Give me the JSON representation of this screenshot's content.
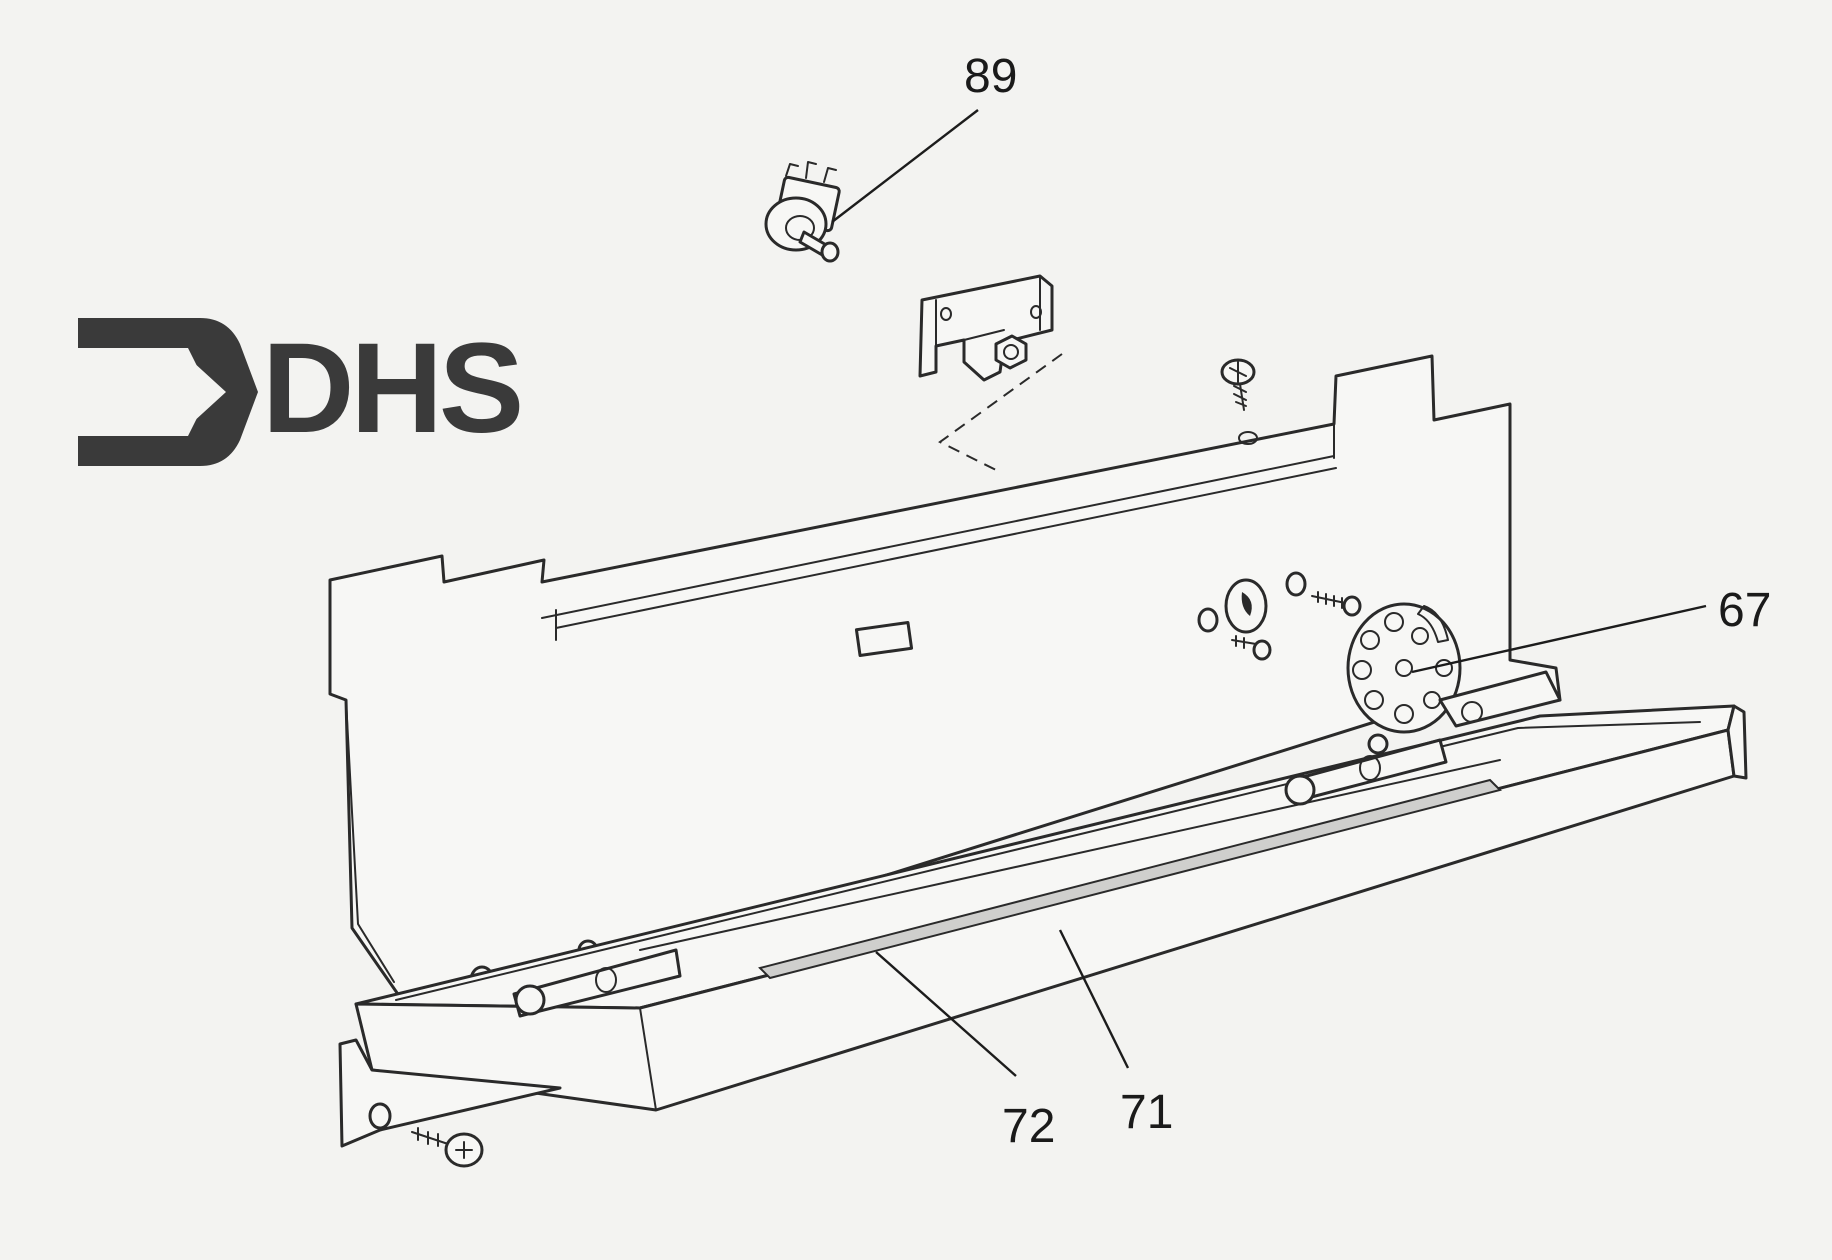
{
  "logo": {
    "text": "DHS",
    "color": "#3a3a3a"
  },
  "callouts": [
    {
      "id": "c89",
      "label": "89"
    },
    {
      "id": "c67",
      "label": "67"
    },
    {
      "id": "c72",
      "label": "72"
    },
    {
      "id": "c71",
      "label": "71"
    }
  ]
}
